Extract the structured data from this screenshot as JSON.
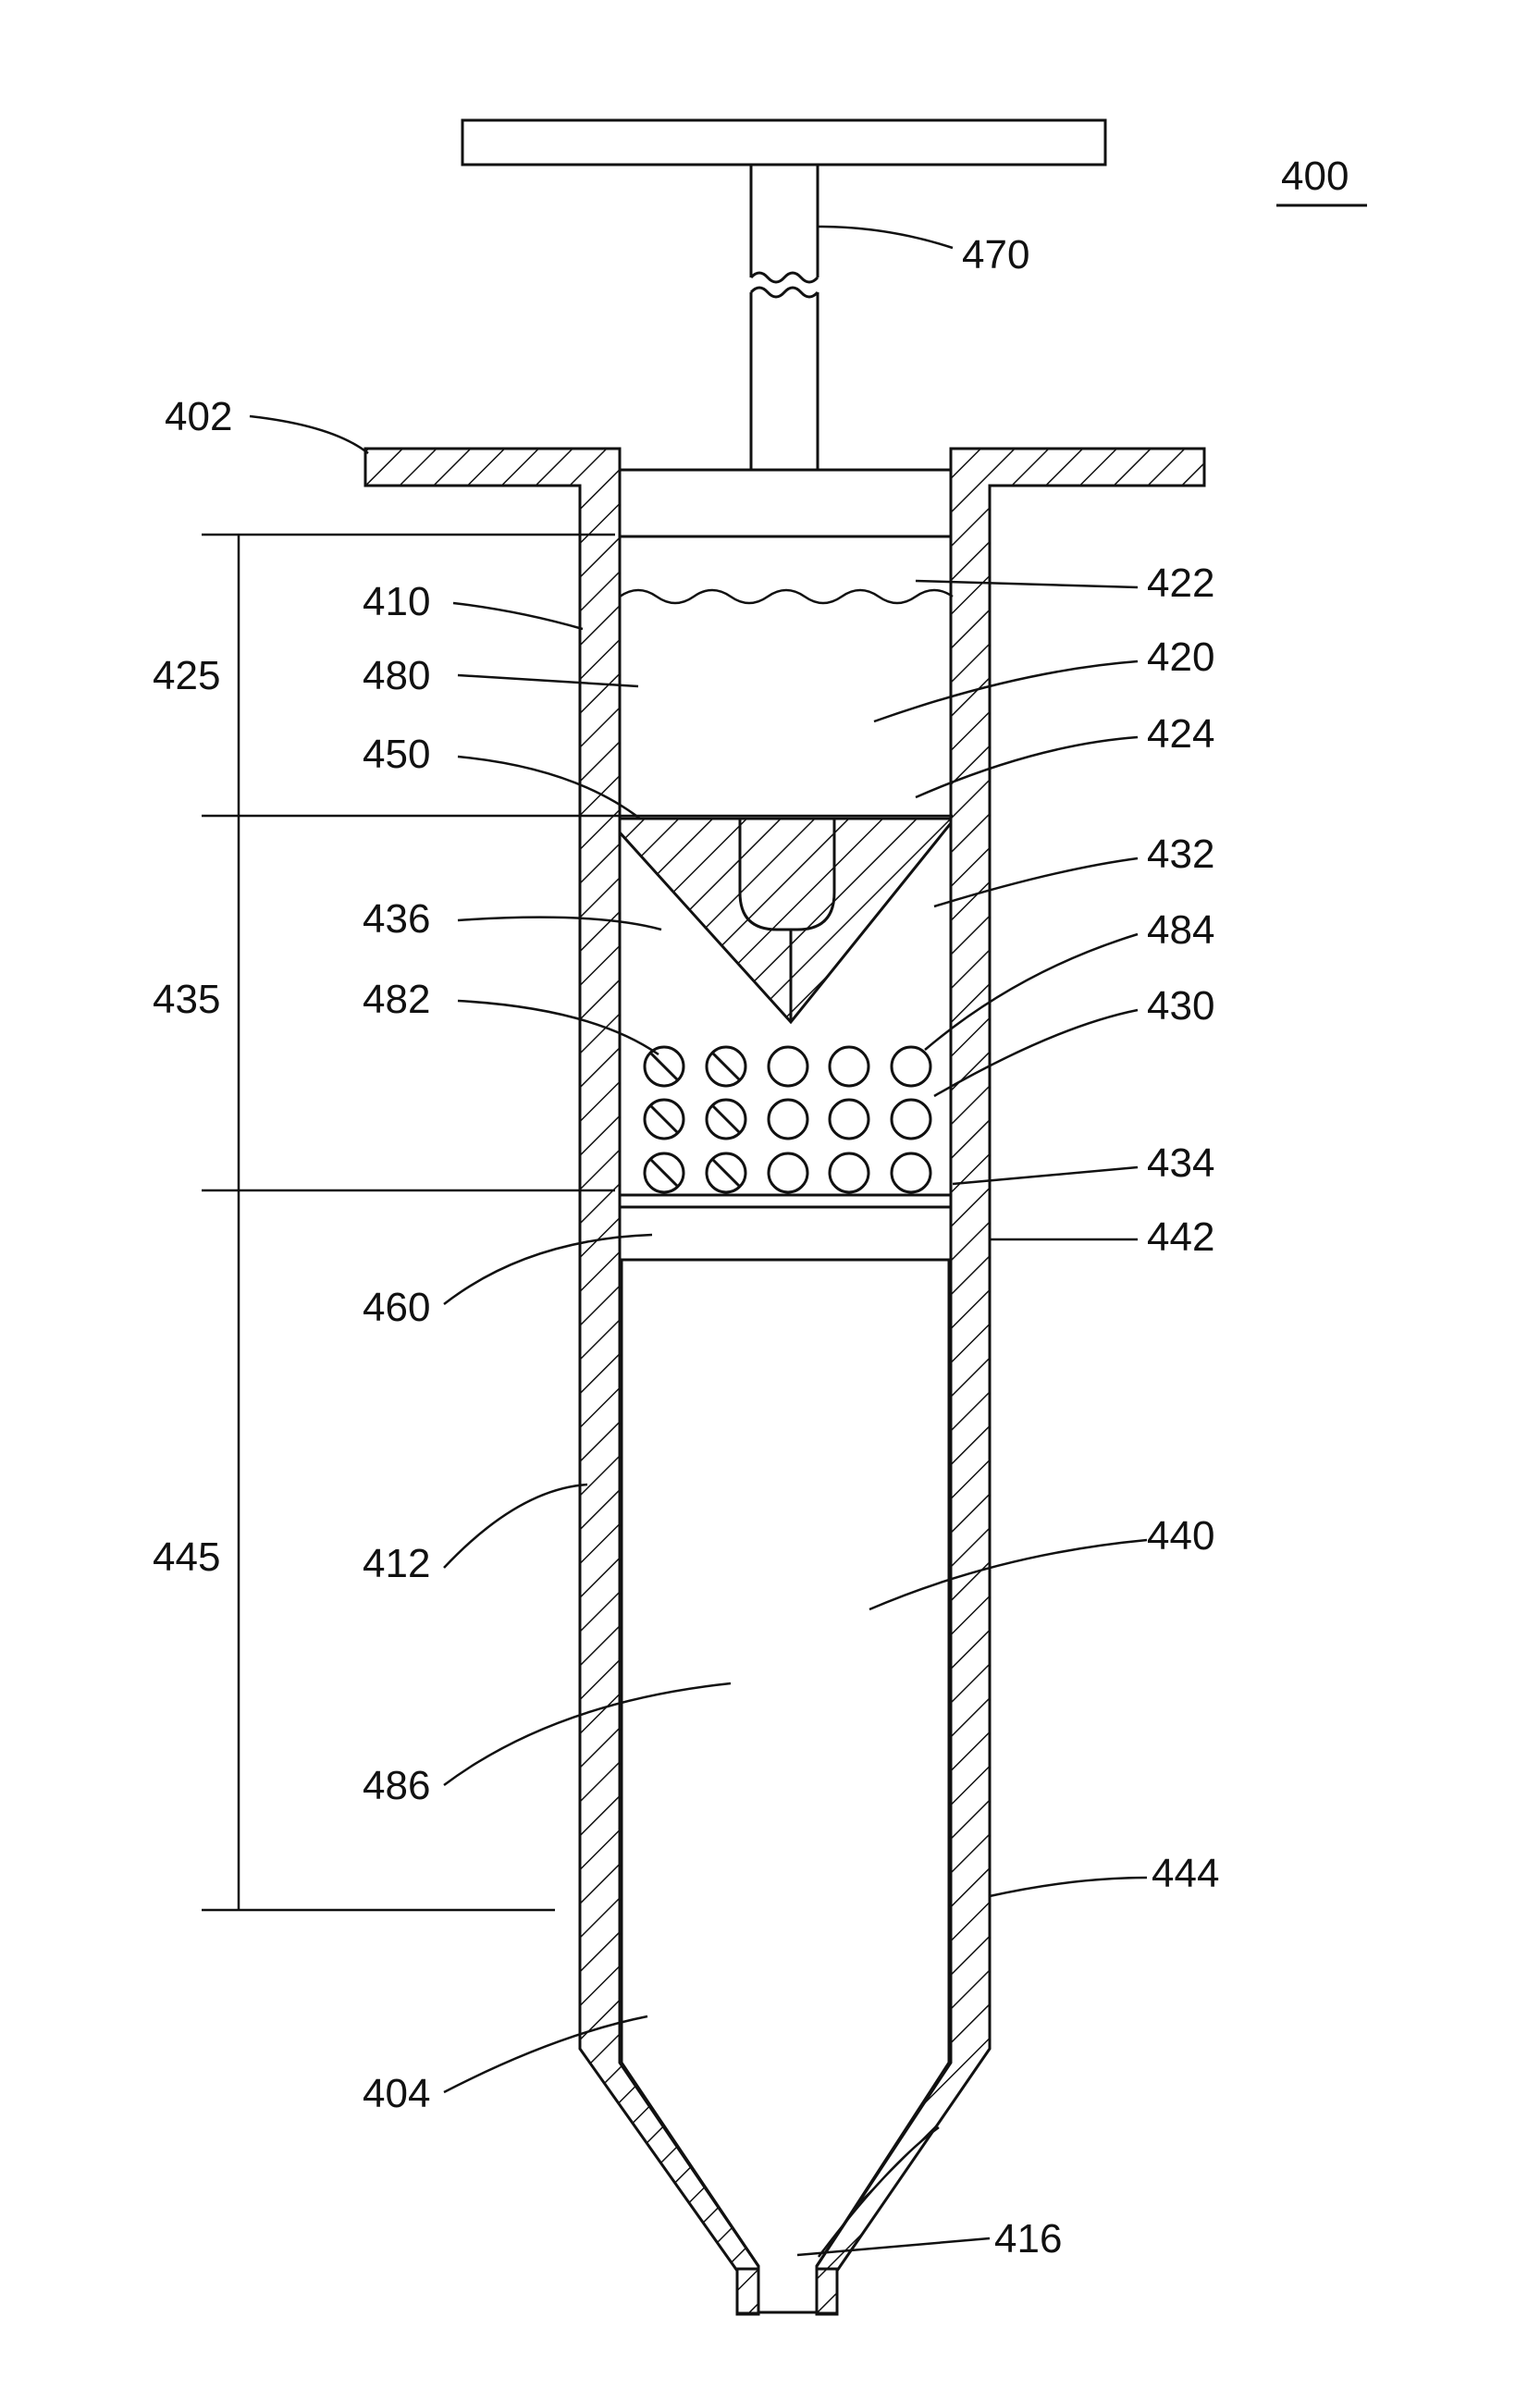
{
  "figure": {
    "number": "400",
    "labels": {
      "l400": "400",
      "l470": "470",
      "l402": "402",
      "l410": "410",
      "l422": "422",
      "l425": "425",
      "l480": "480",
      "l420": "420",
      "l450": "450",
      "l424": "424",
      "l432": "432",
      "l436": "436",
      "l484": "484",
      "l435": "435",
      "l482": "482",
      "l430": "430",
      "l434": "434",
      "l460": "460",
      "l442": "442",
      "l445": "445",
      "l412": "412",
      "l440": "440",
      "l486": "486",
      "l444": "444",
      "l404": "404",
      "l416": "416"
    }
  }
}
